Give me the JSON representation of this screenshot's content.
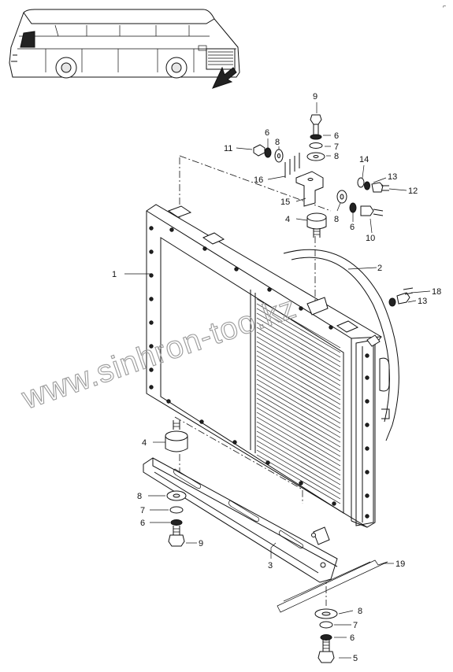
{
  "diagram": {
    "callouts": [
      {
        "id": "c1",
        "text": "1"
      },
      {
        "id": "c2",
        "text": "2"
      },
      {
        "id": "c3",
        "text": "3"
      },
      {
        "id": "c4a",
        "text": "4"
      },
      {
        "id": "c4b",
        "text": "4"
      },
      {
        "id": "c5",
        "text": "5"
      },
      {
        "id": "c6a",
        "text": "6"
      },
      {
        "id": "c6b",
        "text": "6"
      },
      {
        "id": "c6c",
        "text": "6"
      },
      {
        "id": "c6d",
        "text": "6"
      },
      {
        "id": "c6e",
        "text": "6"
      },
      {
        "id": "c7a",
        "text": "7"
      },
      {
        "id": "c7b",
        "text": "7"
      },
      {
        "id": "c7c",
        "text": "7"
      },
      {
        "id": "c8a",
        "text": "8"
      },
      {
        "id": "c8b",
        "text": "8"
      },
      {
        "id": "c8c",
        "text": "8"
      },
      {
        "id": "c8d",
        "text": "8"
      },
      {
        "id": "c8e",
        "text": "8"
      },
      {
        "id": "c9a",
        "text": "9"
      },
      {
        "id": "c9b",
        "text": "9"
      },
      {
        "id": "c10",
        "text": "10"
      },
      {
        "id": "c11",
        "text": "11"
      },
      {
        "id": "c12",
        "text": "12"
      },
      {
        "id": "c13a",
        "text": "13"
      },
      {
        "id": "c13b",
        "text": "13"
      },
      {
        "id": "c14",
        "text": "14"
      },
      {
        "id": "c15",
        "text": "15"
      },
      {
        "id": "c16",
        "text": "16"
      },
      {
        "id": "c18",
        "text": "18"
      },
      {
        "id": "c19",
        "text": "19"
      }
    ],
    "watermark": "www.sinhron-too.kz",
    "colors": {
      "ink": "#111111",
      "watermark": "#9a9a9a",
      "background": "#ffffff"
    }
  }
}
